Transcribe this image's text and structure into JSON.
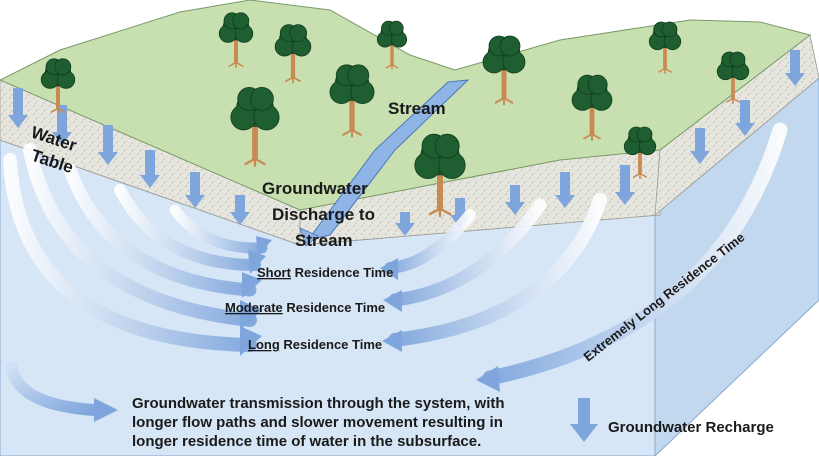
{
  "labels": {
    "water_table_1": "Water",
    "water_table_2": "Table",
    "stream": "Stream",
    "discharge_1": "Groundwater",
    "discharge_2": "Discharge to",
    "discharge_3": "Stream",
    "short_u": "Short",
    "short_rest": " Residence Time",
    "moderate_u": "Moderate",
    "moderate_rest": " Residence Time",
    "long_u": "Long",
    "long_rest": " Residence Time",
    "extremely_long": "Extremely Long Residence Time",
    "recharge": "Groundwater Recharge"
  },
  "caption": {
    "line1": "Groundwater transmission through the system, with",
    "line2": "longer flow paths and slower movement resulting in",
    "line3": "longer residence time of water in the subsurface."
  },
  "colors": {
    "ground_green": "#c8e0b0",
    "soil": "#e4e4dc",
    "aquifer_front": "#d6e6f6",
    "aquifer_side": "#c6dbf0",
    "stream": "#8fb4e6",
    "arrow": "#7fa6dc",
    "tree_leaf": "#1e5e30",
    "tree_trunk": "#c88a50"
  }
}
